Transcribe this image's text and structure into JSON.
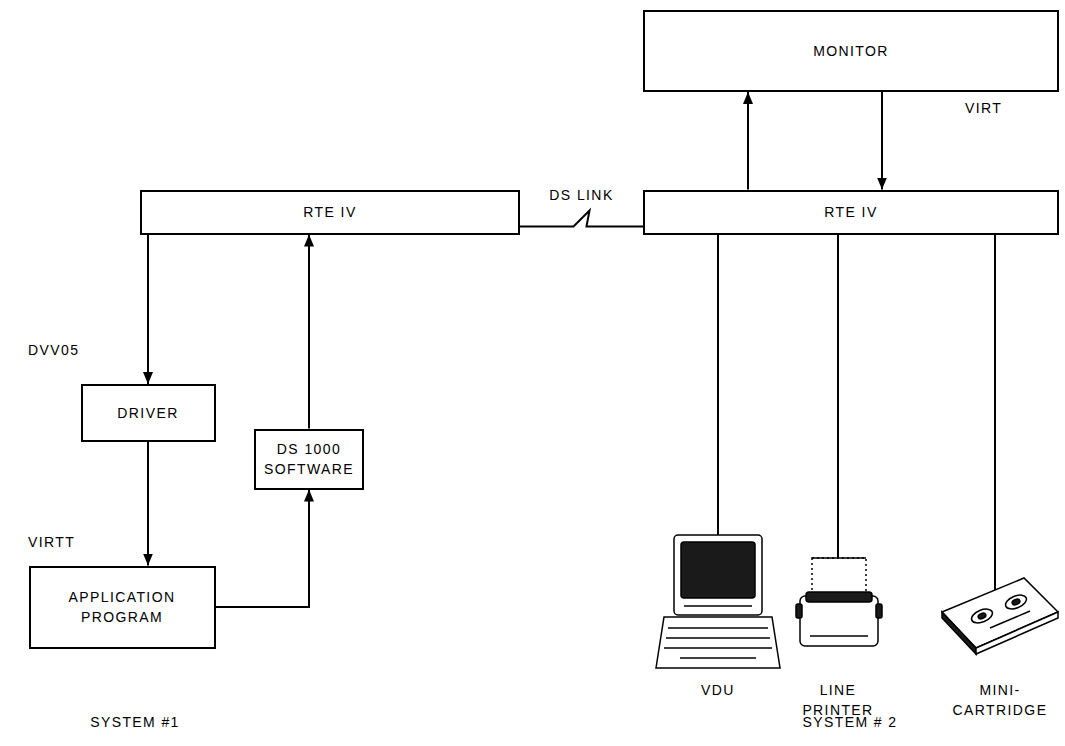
{
  "diagram": {
    "nodes": [
      {
        "text": [
          "RTE IV"
        ]
      },
      {
        "text": [
          "DRIVER"
        ]
      },
      {
        "text": [
          "APPLICATION PROGRAM"
        ]
      },
      {
        "text": [
          "DS 1000 SOFTWARE"
        ]
      },
      {
        "text": [
          "MONITOR"
        ]
      },
      {
        "text": [
          "RTE IV"
        ]
      }
    ],
    "edges": [
      {
        "from": 0,
        "to": 1,
        "arrow": "to"
      },
      {
        "from": 1,
        "to": 2,
        "arrow": "to"
      },
      {
        "from": 2,
        "to": 3,
        "arrow": "to"
      },
      {
        "from": 3,
        "to": 0,
        "arrow": "to"
      },
      {
        "from": 0,
        "to": 5,
        "label": "DS LINK",
        "arrow": "none"
      },
      {
        "from": 5,
        "to": 4,
        "arrow": "to"
      },
      {
        "from": 4,
        "to": 5,
        "arrow": "to"
      }
    ],
    "labels": [
      "VIRT",
      "DVV05",
      "VIRTT",
      "VDU",
      "LINE PRINTER",
      "MINI- CARTRIDGE",
      "SYSTEM #1",
      "SYSTEM # 2"
    ]
  }
}
